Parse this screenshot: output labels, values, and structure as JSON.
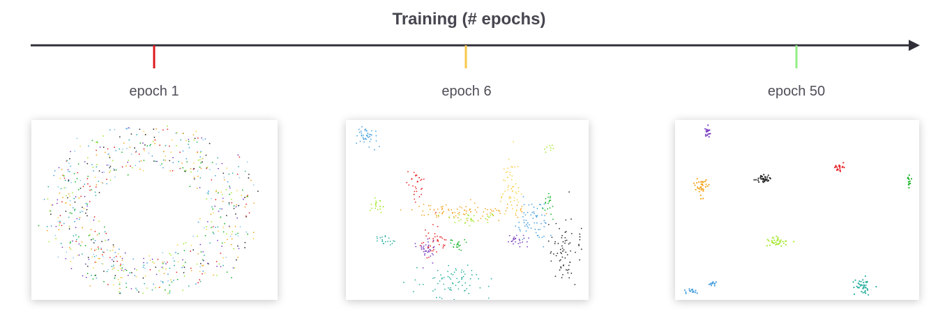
{
  "title": "Training (# epochs)",
  "timeline": {
    "axis_color": "#2f3037",
    "ticks": [
      {
        "label": "epoch 1",
        "color": "#e0191c"
      },
      {
        "label": "epoch 6",
        "color": "#f7c74a"
      },
      {
        "label": "epoch 50",
        "color": "#93ee83"
      }
    ]
  },
  "palette": {
    "blue": "#4aa0de",
    "lightblue": "#8cc8f0",
    "red": "#e8262a",
    "orange": "#f5a623",
    "yellow": "#f9d14a",
    "green": "#19b52a",
    "lime": "#a6e830",
    "purple": "#7a3fc2",
    "teal": "#2ab0a0",
    "black": "#2a2a2a"
  }
}
